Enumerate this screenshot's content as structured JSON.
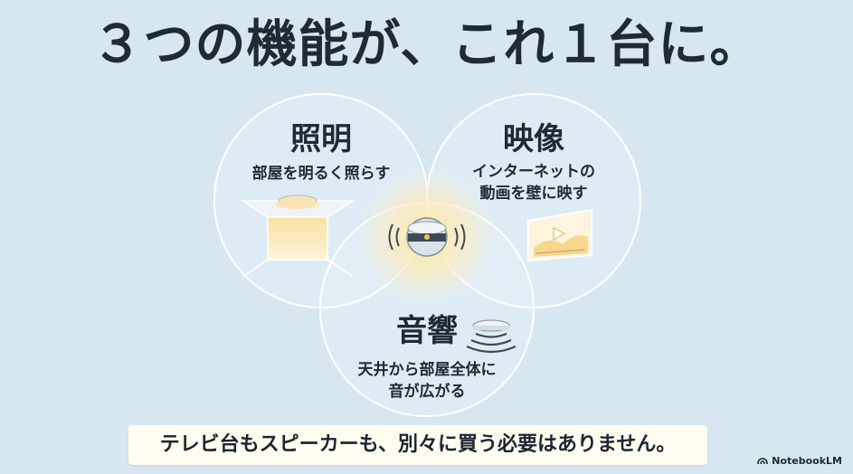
{
  "title": "３つの機能が、これ１台に。",
  "circles": {
    "lighting": {
      "title": "照明",
      "desc": "部屋を明るく照らす"
    },
    "video": {
      "title": "映像",
      "desc_line1": "インターネットの",
      "desc_line2": "動画を壁に映す"
    },
    "audio": {
      "title": "音響",
      "desc_line1": "天井から部屋全体に",
      "desc_line2": "音が広がる"
    }
  },
  "footer": "テレビ台もスピーカーも、別々に買う必要はありません。",
  "brand": "NotebookLM",
  "icons": [
    "ceiling-light-icon",
    "projector-screen-icon",
    "smart-device-icon",
    "speaker-icon"
  ],
  "colors": {
    "background": "#d7e7f2",
    "glow": "#fbe7a8",
    "circle_stroke": "#ffffff",
    "footer_bg": "#fffdf2"
  }
}
